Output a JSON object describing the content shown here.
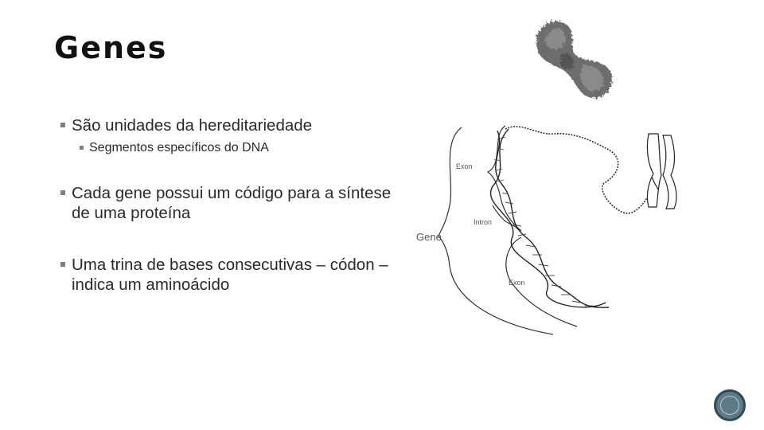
{
  "slide": {
    "title": "Genes",
    "bullets": [
      {
        "text": "São unidades da hereditariedade",
        "sub": [
          "Segmentos específicos do DNA"
        ]
      },
      {
        "text": "Cada gene possui um código para a síntese de uma proteína",
        "sub": []
      },
      {
        "text": "Uma trina de bases consecutivas – códon – indica um aminoácido",
        "sub": []
      }
    ]
  },
  "diagram": {
    "labels": {
      "gene": "Gene",
      "exon_top": "Exon",
      "intron": "Intron",
      "exon_bottom": "Exon"
    }
  },
  "icons": {
    "chromosome_photo": "chromosome-micrograph-icon",
    "nav_button": "circle-button-icon"
  },
  "colors": {
    "bullet_marker": "#808080",
    "nav_button_fill": "#5d7a86",
    "nav_button_border": "#2e4a55"
  }
}
